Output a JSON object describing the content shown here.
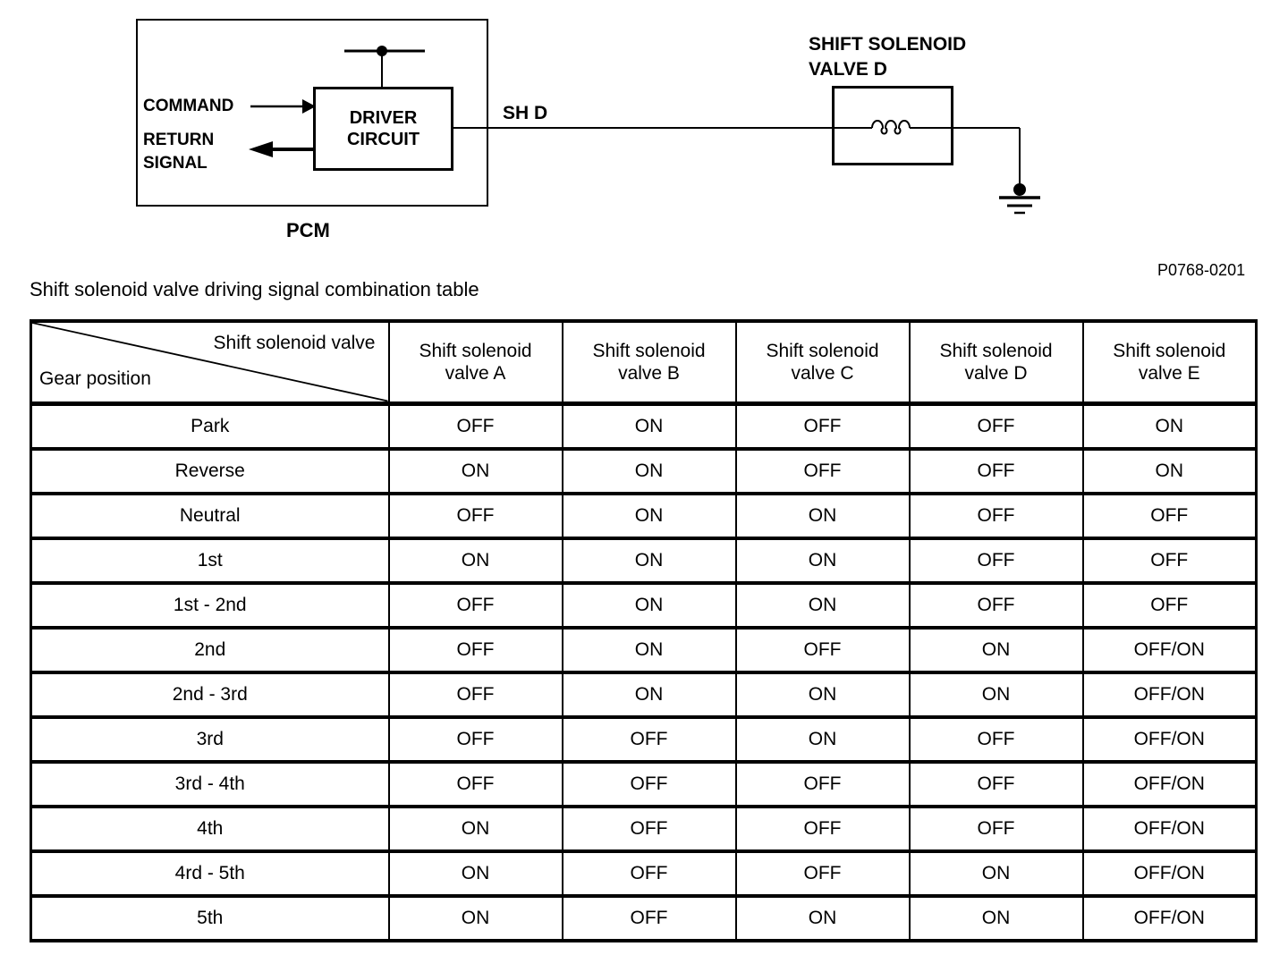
{
  "diagram": {
    "pcm_label": "PCM",
    "command_label": "COMMAND",
    "return_signal_label": "RETURN\nSIGNAL",
    "driver_circuit_line1": "DRIVER",
    "driver_circuit_line2": "CIRCUIT",
    "wire_label": "SH D",
    "solenoid_title": "SHIFT SOLENOID\nVALVE D",
    "figure_code": "P0768-0201"
  },
  "table": {
    "title": "Shift solenoid valve driving signal combination table",
    "corner": {
      "top_right": "Shift solenoid valve",
      "bottom_left": "Gear position"
    },
    "columns": [
      {
        "top": "Shift solenoid",
        "bottom": "valve A"
      },
      {
        "top": "Shift solenoid",
        "bottom": "valve B"
      },
      {
        "top": "Shift solenoid",
        "bottom": "valve C"
      },
      {
        "top": "Shift solenoid",
        "bottom": "valve D"
      },
      {
        "top": "Shift solenoid",
        "bottom": "valve E"
      }
    ],
    "rows": [
      {
        "gear": "Park",
        "values": [
          "OFF",
          "ON",
          "OFF",
          "OFF",
          "ON"
        ]
      },
      {
        "gear": "Reverse",
        "values": [
          "ON",
          "ON",
          "OFF",
          "OFF",
          "ON"
        ]
      },
      {
        "gear": "Neutral",
        "values": [
          "OFF",
          "ON",
          "ON",
          "OFF",
          "OFF"
        ]
      },
      {
        "gear": "1st",
        "values": [
          "ON",
          "ON",
          "ON",
          "OFF",
          "OFF"
        ]
      },
      {
        "gear": "1st - 2nd",
        "values": [
          "OFF",
          "ON",
          "ON",
          "OFF",
          "OFF"
        ]
      },
      {
        "gear": "2nd",
        "values": [
          "OFF",
          "ON",
          "OFF",
          "ON",
          "OFF/ON"
        ]
      },
      {
        "gear": "2nd - 3rd",
        "values": [
          "OFF",
          "ON",
          "ON",
          "ON",
          "OFF/ON"
        ]
      },
      {
        "gear": "3rd",
        "values": [
          "OFF",
          "OFF",
          "ON",
          "OFF",
          "OFF/ON"
        ]
      },
      {
        "gear": "3rd - 4th",
        "values": [
          "OFF",
          "OFF",
          "OFF",
          "OFF",
          "OFF/ON"
        ]
      },
      {
        "gear": "4th",
        "values": [
          "ON",
          "OFF",
          "OFF",
          "OFF",
          "OFF/ON"
        ]
      },
      {
        "gear": "4rd - 5th",
        "values": [
          "ON",
          "OFF",
          "OFF",
          "ON",
          "OFF/ON"
        ]
      },
      {
        "gear": "5th",
        "values": [
          "ON",
          "OFF",
          "ON",
          "ON",
          "OFF/ON"
        ]
      }
    ]
  },
  "colors": {
    "ink": "#000000",
    "background": "#ffffff"
  }
}
